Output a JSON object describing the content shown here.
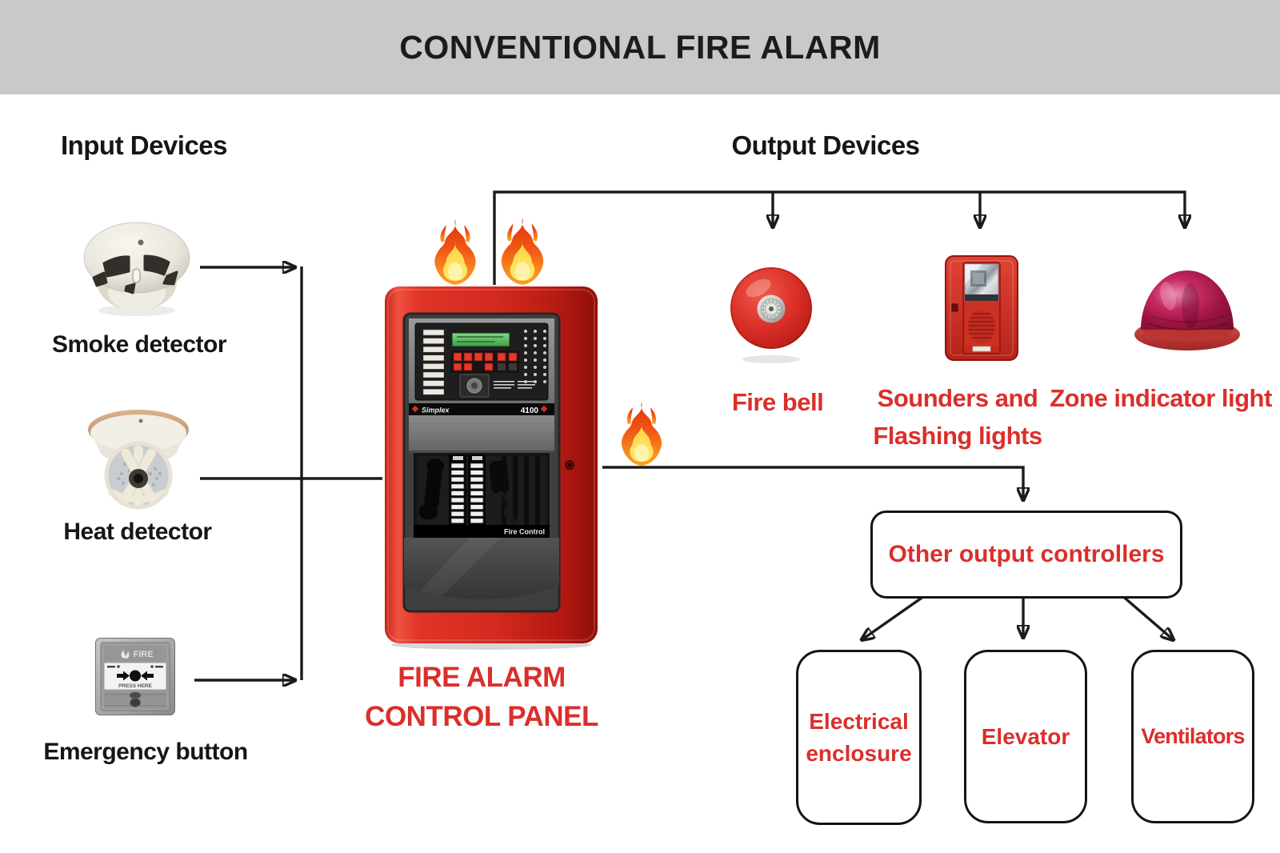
{
  "title": "CONVENTIONAL FIRE ALARM",
  "headings": {
    "input": "Input Devices",
    "output": "Output Devices"
  },
  "input_devices": [
    {
      "id": "smoke-detector",
      "label": "Smoke detector"
    },
    {
      "id": "heat-detector",
      "label": "Heat detector"
    },
    {
      "id": "emergency-button",
      "label": "Emergency button"
    }
  ],
  "emergency_button": {
    "sign": "FIRE",
    "press": "PRESS HERE"
  },
  "control_panel": {
    "label_line1": "FIRE ALARM",
    "label_line2": "CONTROL PANEL",
    "brand": "Simplex",
    "model": "4100",
    "door_label": "Fire Control"
  },
  "output_devices": [
    {
      "id": "fire-bell",
      "label": "Fire bell"
    },
    {
      "id": "sounder-strobe",
      "label_line1": "Sounders and",
      "label_line2": "Flashing lights"
    },
    {
      "id": "zone-indicator-light",
      "label_line1": "Zone",
      "label_line2": "indicator light"
    }
  ],
  "controllers": {
    "label": "Other output controllers",
    "children": [
      {
        "line1": "Electrical",
        "line2": "enclosure"
      },
      {
        "line1": "Elevator"
      },
      {
        "line1": "Ventilators"
      }
    ]
  },
  "colors": {
    "accent_red": "#da2f2b",
    "banner_gray": "#c9c9c9",
    "wire_black": "#1b1b1b"
  }
}
